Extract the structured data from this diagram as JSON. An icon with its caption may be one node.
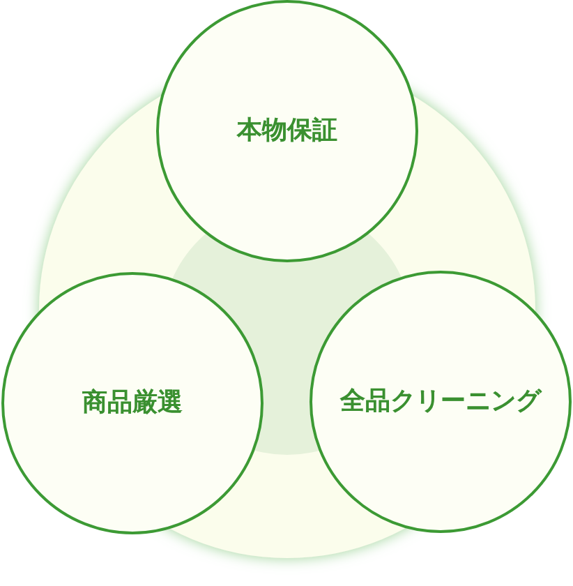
{
  "diagram": {
    "nodes": [
      {
        "text": [
          "本物保証"
        ]
      },
      {
        "text": [
          "商品厳選"
        ]
      },
      {
        "text": [
          "全品クリーニング"
        ]
      }
    ]
  }
}
